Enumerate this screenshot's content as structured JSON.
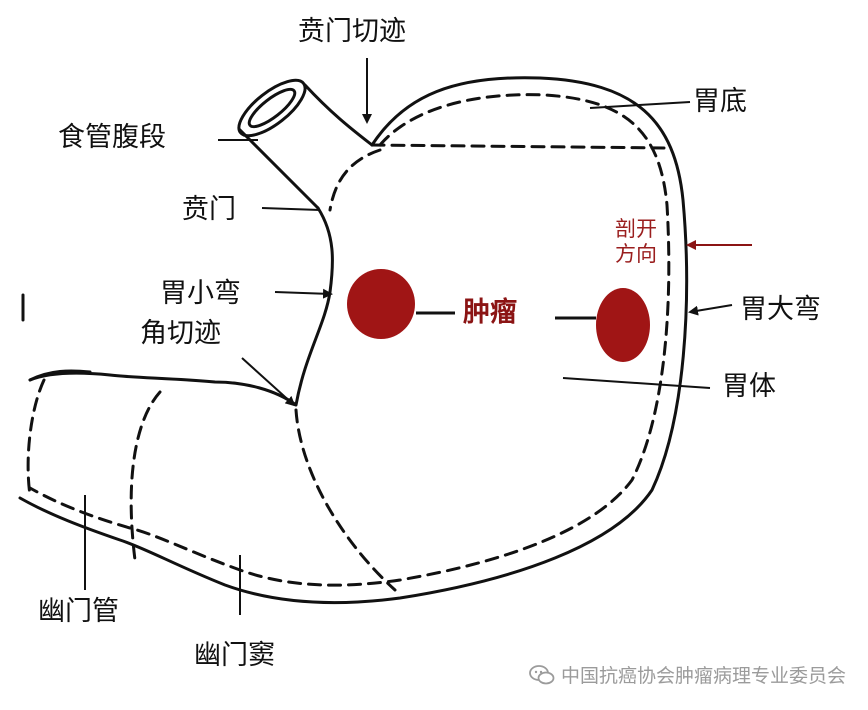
{
  "labels": {
    "cardiac_notch": "贲门切迹",
    "fundus": "胃底",
    "abdominal_esophagus": "食管腹段",
    "cardia": "贲门",
    "incision_direction": "剖开方向",
    "lesser_curvature": "胃小弯",
    "tumor": "肿瘤",
    "greater_curvature": "胃大弯",
    "angular_notch": "角切迹",
    "body": "胃体",
    "pyloric_canal": "幽门管",
    "pyloric_antrum": "幽门窦"
  },
  "watermark": {
    "text": "中国抗癌协会肿瘤病理专业委员会",
    "icon": "wechat-icon"
  },
  "colors": {
    "outline": "#111111",
    "tumor": "#a01515",
    "tumor_label": "#8b1414",
    "incision_label": "#9a1e1e",
    "incision_arrow": "#8b1414",
    "watermark": "#9b9b9b"
  }
}
